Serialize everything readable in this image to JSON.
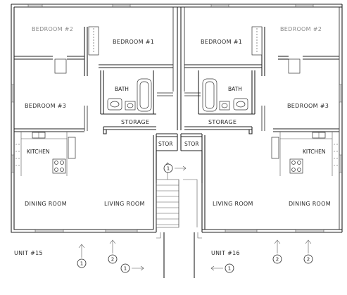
{
  "rooms": {
    "bedroom2_left": "BEDROOM #2",
    "bedroom1_left": "BEDROOM #1",
    "bedroom1_right": "BEDROOM #1",
    "bedroom2_right": "BEDROOM #2",
    "bedroom3_left": "BEDROOM #3",
    "bedroom3_right": "BEDROOM #3",
    "bath_left": "BATH",
    "bath_right": "BATH",
    "storage_left": "STORAGE",
    "storage_right": "STORAGE",
    "stor_left": "STOR",
    "stor_right": "STOR",
    "kitchen_left": "KITCHEN",
    "kitchen_right": "KITCHEN",
    "dining_left": "DINING ROOM",
    "living_left": "LIVING ROOM",
    "living_right": "LIVING ROOM",
    "dining_right": "DINING ROOM"
  },
  "units": {
    "left": "UNIT #15",
    "right": "UNIT #16"
  },
  "markers": {
    "m1": "1",
    "m2": "2",
    "m3": "1",
    "m4": "1",
    "m5": "2",
    "m6": "1",
    "m7": "2"
  }
}
